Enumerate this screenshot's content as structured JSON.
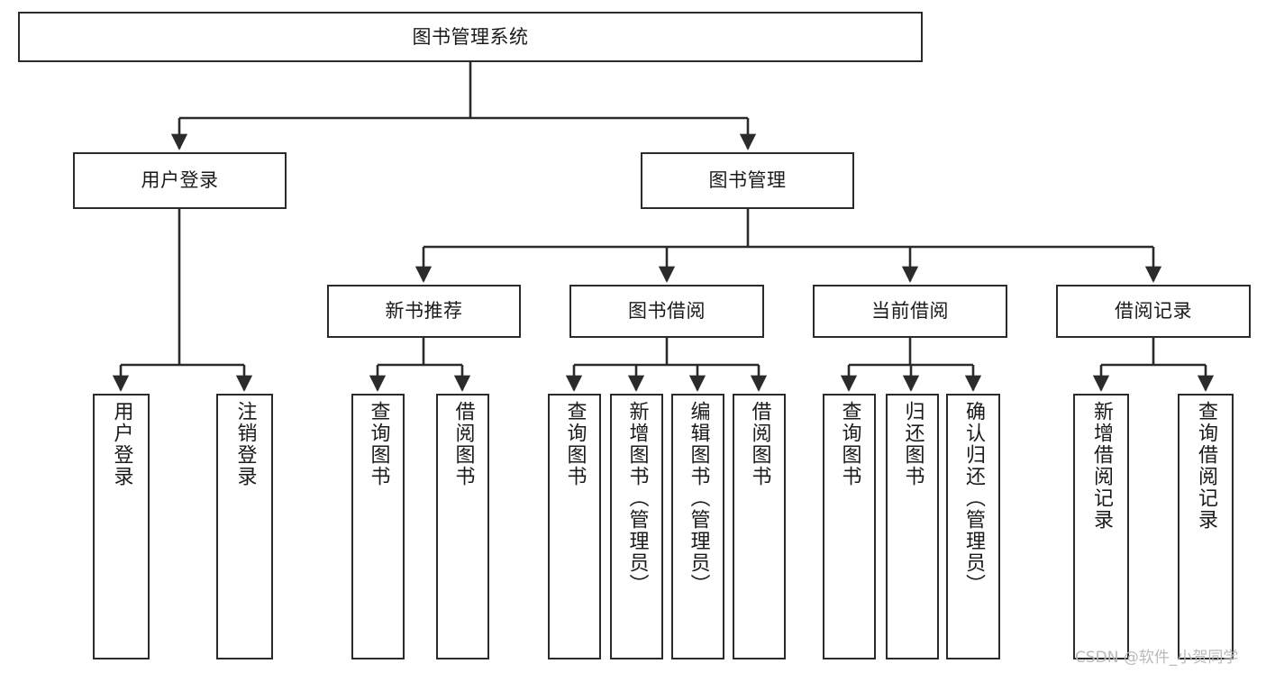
{
  "diagram": {
    "title": "图书管理系统",
    "type": "tree-hierarchy-chart",
    "stroke_color": "#2b2b2b",
    "text_color": "#1a1a1a",
    "background_color": "#ffffff",
    "nodes": {
      "root": {
        "label": "图书管理系统"
      },
      "level2": [
        {
          "label": "用户登录"
        },
        {
          "label": "图书管理"
        }
      ],
      "level3": [
        {
          "label": "新书推荐"
        },
        {
          "label": "图书借阅"
        },
        {
          "label": "当前借阅"
        },
        {
          "label": "借阅记录"
        }
      ],
      "leaves": [
        {
          "label": "用户登录"
        },
        {
          "label": "注销登录"
        },
        {
          "label": "查询图书"
        },
        {
          "label": "借阅图书"
        },
        {
          "label": "查询图书"
        },
        {
          "label": "新增图书（管理员）"
        },
        {
          "label": "编辑图书（管理员）"
        },
        {
          "label": "借阅图书"
        },
        {
          "label": "查询图书"
        },
        {
          "label": "归还图书"
        },
        {
          "label": "确认归还（管理员）"
        },
        {
          "label": "新增借阅记录"
        },
        {
          "label": "查询借阅记录"
        }
      ]
    }
  },
  "watermark": {
    "text": "CSDN @软件_小贺同学"
  }
}
